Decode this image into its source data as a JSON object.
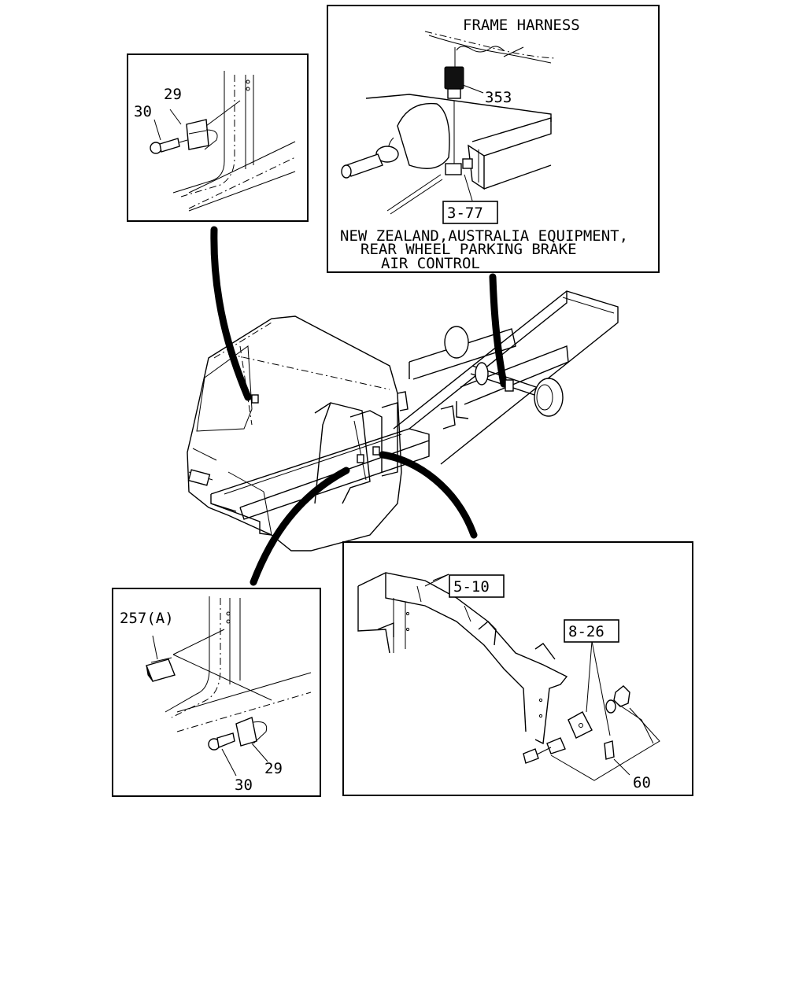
{
  "callouts": {
    "frame_harness": "FRAME HARNESS",
    "p353": "353",
    "ref_3_77": "3-77",
    "note_line1": "NEW ZEALAND,AUSTRALIA EQUIPMENT,",
    "note_line2": "REAR WHEEL PARKING BRAKE",
    "note_line3": "AIR CONTROL",
    "tl_29": "29",
    "tl_30": "30",
    "bl_257a": "257(A)",
    "bl_29": "29",
    "bl_30": "30",
    "ref_5_10": "5-10",
    "ref_8_26": "8-26",
    "p60": "60"
  }
}
